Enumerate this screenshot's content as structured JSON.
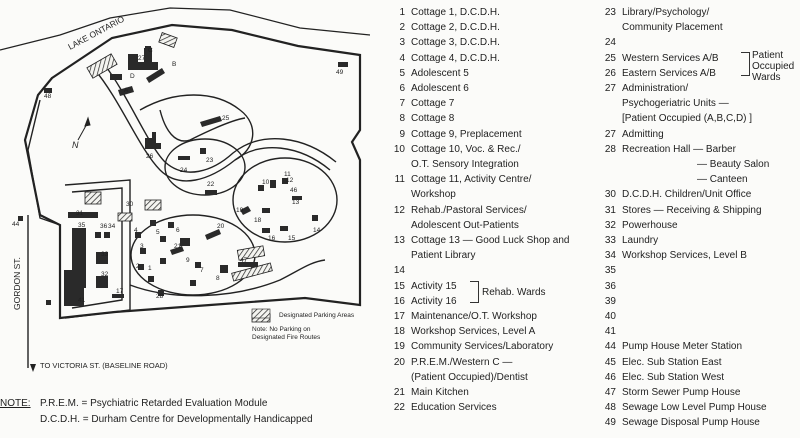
{
  "map": {
    "lake_label": "LAKE ONTARIO",
    "street_label": "GORDON ST.",
    "direction_label": "TO VICTORIA ST. (BASELINE ROAD)",
    "north_label": "N",
    "parking_legend_label": "Designated Parking Areas",
    "parking_note_line1": "Note: No Parking on",
    "parking_note_line2": "Designated Fire Routes",
    "building_labels": [
      "27",
      "C",
      "B",
      "D",
      "A",
      "48",
      "49",
      "25",
      "26",
      "23",
      "24",
      "22",
      "11",
      "10",
      "12",
      "19",
      "18",
      "46",
      "13",
      "14",
      "16",
      "15",
      "20",
      "21",
      "7",
      "8",
      "9",
      "6",
      "5",
      "4",
      "3",
      "2",
      "1",
      "28",
      "30",
      "31",
      "35",
      "36",
      "34",
      "33",
      "32",
      "41",
      "17",
      "47",
      "44"
    ]
  },
  "legend_col1": [
    {
      "num": "1",
      "text": "Cottage 1, D.C.D.H."
    },
    {
      "num": "2",
      "text": "Cottage 2, D.C.D.H."
    },
    {
      "num": "3",
      "text": "Cottage 3, D.C.D.H."
    },
    {
      "num": "4",
      "text": "Cottage 4, D.C.D.H."
    },
    {
      "num": "5",
      "text": "Adolescent 5"
    },
    {
      "num": "6",
      "text": "Adolescent 6"
    },
    {
      "num": "7",
      "text": "Cottage 7"
    },
    {
      "num": "8",
      "text": "Cottage 8"
    },
    {
      "num": "9",
      "text": "Cottage 9, Preplacement"
    },
    {
      "num": "10",
      "text": "Cottage 10, Voc. & Rec./"
    },
    {
      "num": "",
      "text": "O.T. Sensory Integration"
    },
    {
      "num": "11",
      "text": "Cottage 11, Activity Centre/"
    },
    {
      "num": "",
      "text": "Workshop"
    },
    {
      "num": "12",
      "text": "Rehab./Pastoral Services/"
    },
    {
      "num": "",
      "text": "Adolescent Out-Patients"
    },
    {
      "num": "13",
      "text": "Cottage 13 — Good Luck Shop and"
    },
    {
      "num": "",
      "text": "Patient Library"
    },
    {
      "num": "14",
      "text": ""
    },
    {
      "num": "15",
      "text": "Activity 15"
    },
    {
      "num": "16",
      "text": "Activity 16"
    },
    {
      "num": "17",
      "text": "Maintenance/O.T. Workshop"
    },
    {
      "num": "18",
      "text": "Workshop Services, Level A"
    },
    {
      "num": "19",
      "text": "Community Services/Laboratory"
    },
    {
      "num": "20",
      "text": "P.R.E.M./Western C —"
    },
    {
      "num": "",
      "text": "(Patient Occupied)/Dentist"
    },
    {
      "num": "21",
      "text": "Main Kitchen"
    },
    {
      "num": "22",
      "text": "Education Services"
    }
  ],
  "rehab_wards_label": "Rehab. Wards",
  "legend_col2": [
    {
      "num": "23",
      "text": "Library/Psychology/"
    },
    {
      "num": "",
      "text": "Community Placement"
    },
    {
      "num": "24",
      "text": ""
    },
    {
      "num": "25",
      "text": "Western Services A/B"
    },
    {
      "num": "26",
      "text": "Eastern Services A/B"
    },
    {
      "num": "27",
      "text": "Administration/"
    },
    {
      "num": "",
      "text": "Psychogeriatric Units —"
    },
    {
      "num": "",
      "text": "[Patient Occupied (A,B,C,D) ]"
    },
    {
      "num": "27",
      "text": "Admitting"
    },
    {
      "num": "28",
      "text": "Recreation Hall — Barber"
    },
    {
      "num": "",
      "text": "— Beauty Salon",
      "indent": 75
    },
    {
      "num": "",
      "text": "— Canteen",
      "indent": 75
    },
    {
      "num": "30",
      "text": "D.C.D.H. Children/Unit Office"
    },
    {
      "num": "31",
      "text": "Stores — Receiving & Shipping"
    },
    {
      "num": "32",
      "text": "Powerhouse"
    },
    {
      "num": "33",
      "text": "Laundry"
    },
    {
      "num": "34",
      "text": "Workshop Services, Level B"
    },
    {
      "num": "35",
      "text": ""
    },
    {
      "num": "36",
      "text": ""
    },
    {
      "num": "39",
      "text": ""
    },
    {
      "num": "40",
      "text": ""
    },
    {
      "num": "41",
      "text": ""
    },
    {
      "num": "44",
      "text": "Pump House Meter Station"
    },
    {
      "num": "45",
      "text": "Elec. Sub Station East"
    },
    {
      "num": "46",
      "text": "Elec. Sub Station West"
    },
    {
      "num": "47",
      "text": "Storm Sewer Pump House"
    },
    {
      "num": "48",
      "text": "Sewage Low Level Pump House"
    },
    {
      "num": "49",
      "text": "Sewage Disposal Pump House"
    }
  ],
  "patient_wards_label": [
    "Patient",
    "Occupied",
    "Wards"
  ],
  "note": {
    "label": "NOTE:",
    "line1": "P.R.E.M. = Psychiatric Retarded Evaluation Module",
    "line2": "D.C.D.H. = Durham Centre for Developmentally Handicapped"
  }
}
